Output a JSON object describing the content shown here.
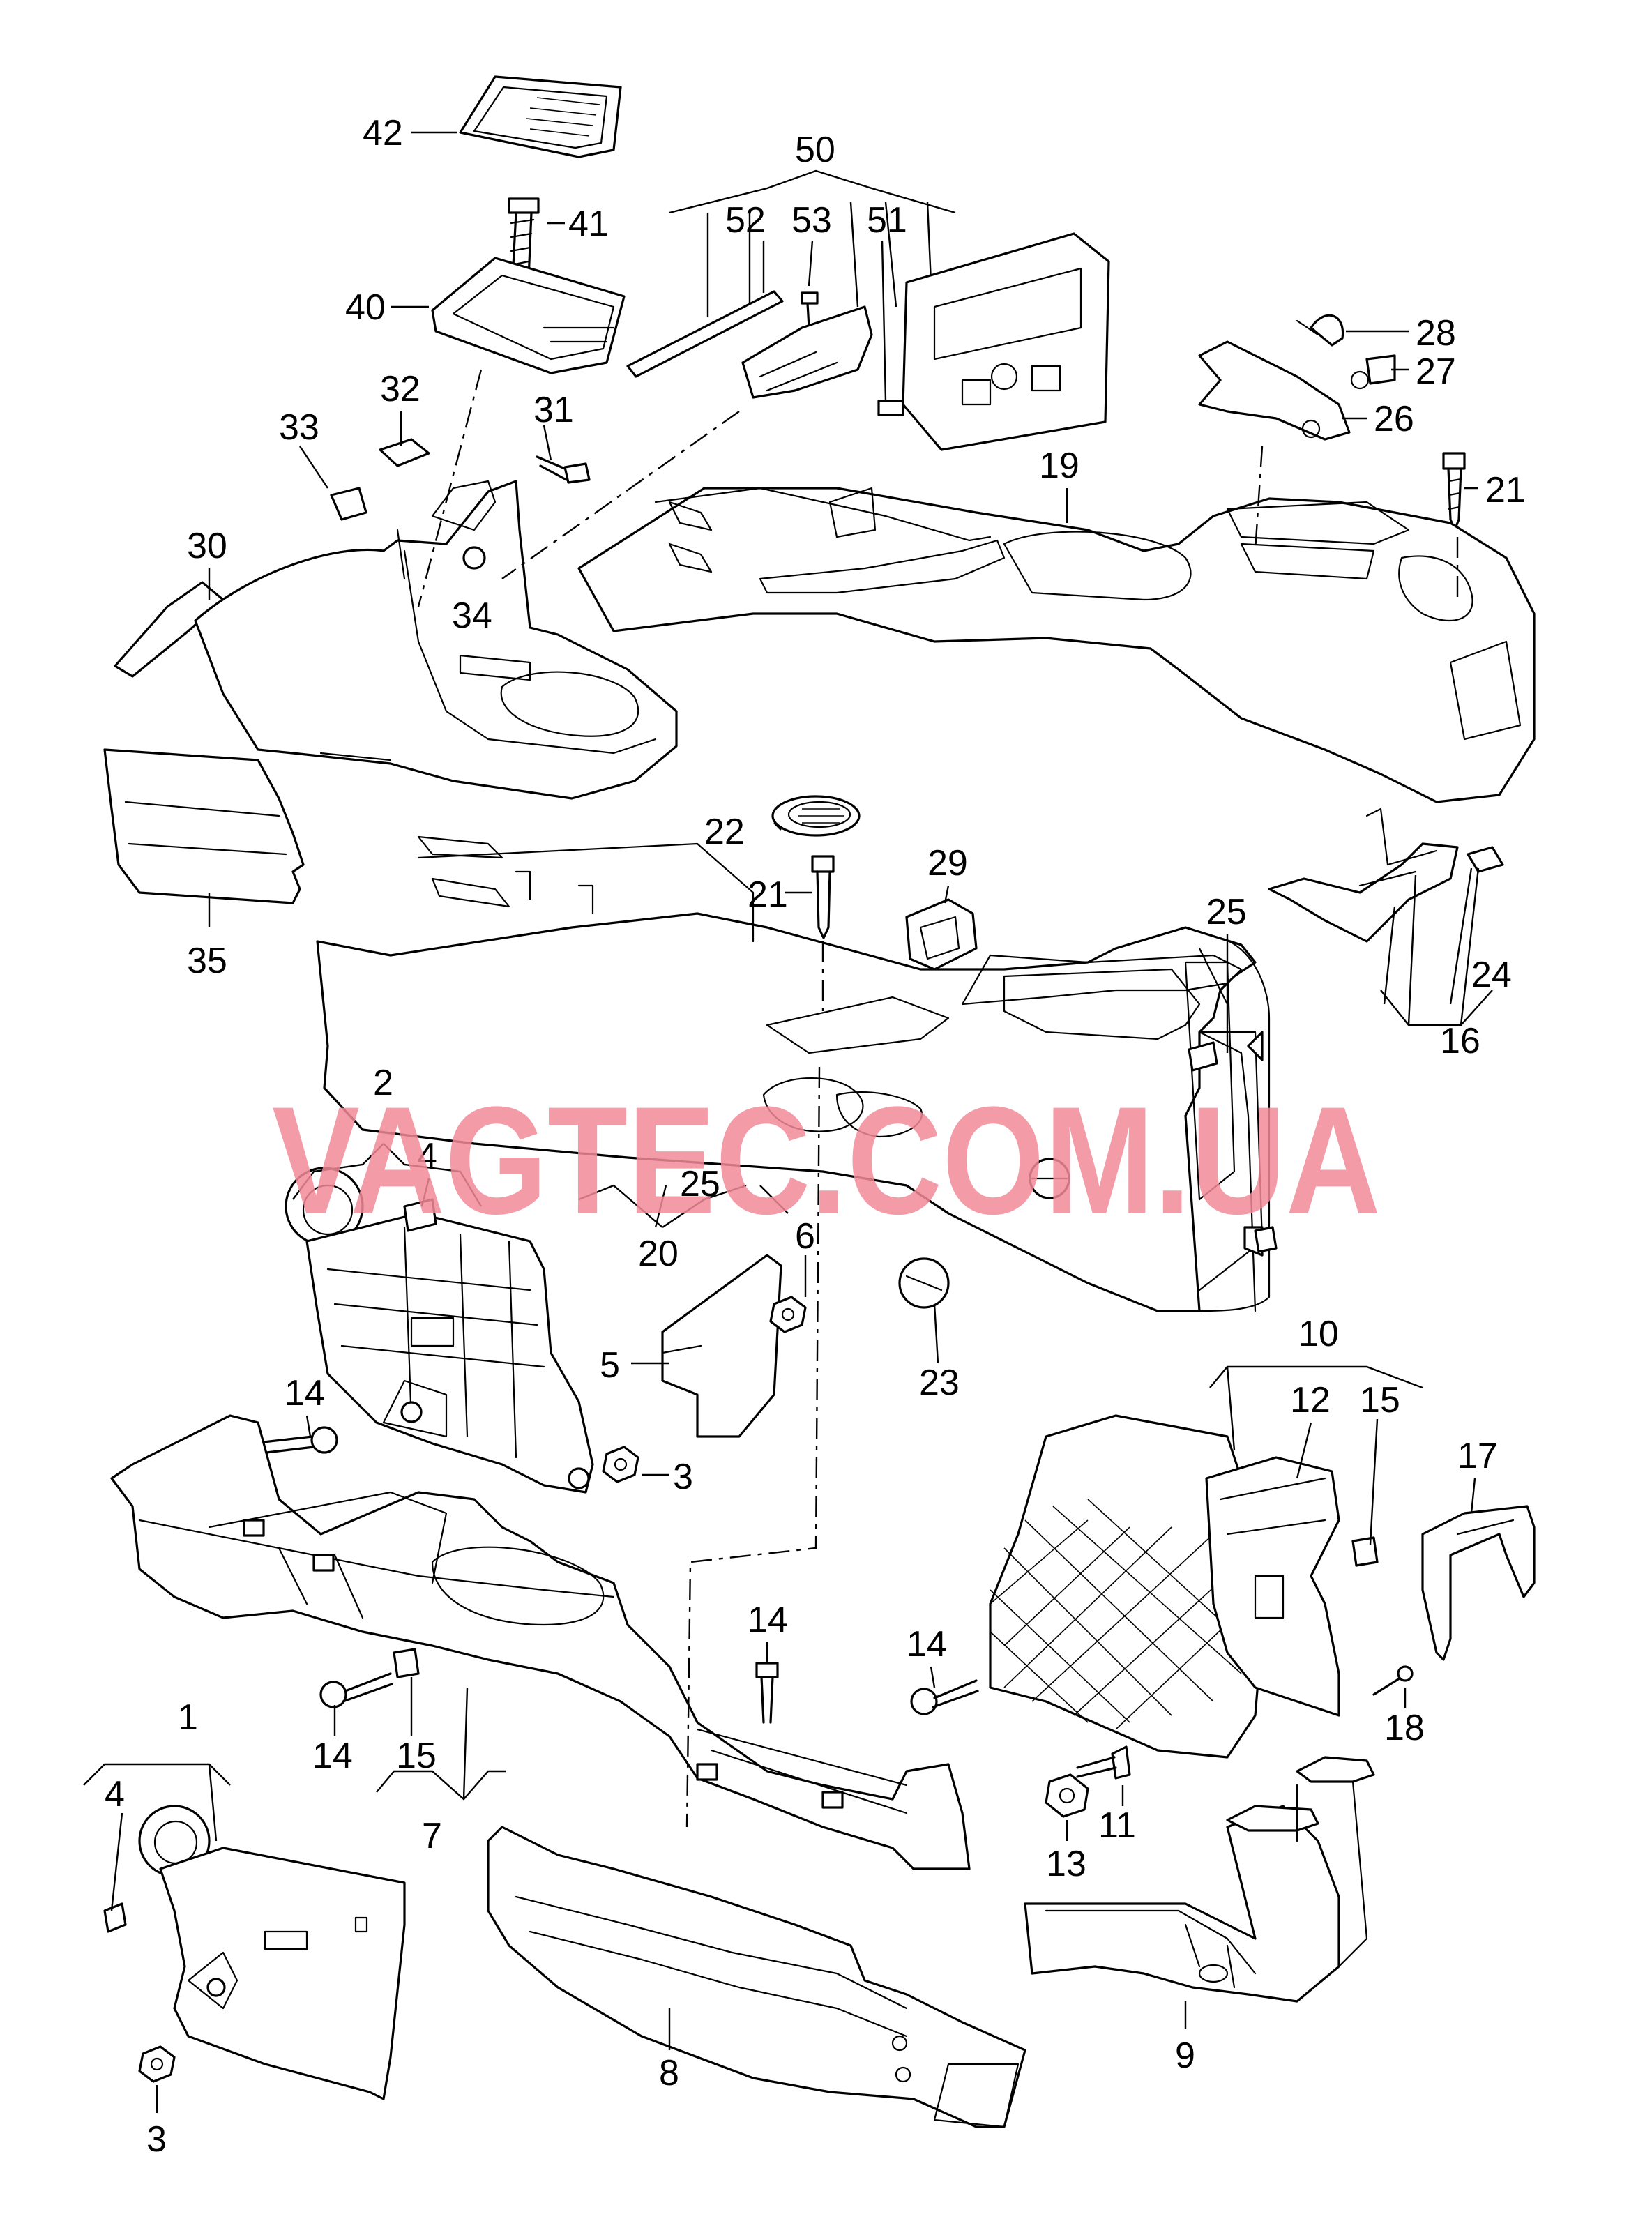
{
  "watermark": "VAGTEC.COM.UA",
  "part_numbers": {
    "p1": "1",
    "p2": "2",
    "p3a": "3",
    "p3b": "3",
    "p4a": "4",
    "p4b": "4",
    "p5": "5",
    "p6": "6",
    "p7": "7",
    "p8": "8",
    "p9": "9",
    "p10": "10",
    "p11": "11",
    "p12": "12",
    "p13": "13",
    "p14a": "14",
    "p14b": "14",
    "p14c": "14",
    "p14d": "14",
    "p15a": "15",
    "p15b": "15",
    "p16": "16",
    "p17": "17",
    "p18": "18",
    "p19": "19",
    "p20": "20",
    "p21a": "21",
    "p21b": "21",
    "p22": "22",
    "p23": "23",
    "p24": "24",
    "p25a": "25",
    "p25b": "25",
    "p26": "26",
    "p27": "27",
    "p28": "28",
    "p29": "29",
    "p30": "30",
    "p31": "31",
    "p32": "32",
    "p33": "33",
    "p34": "34",
    "p35": "35",
    "p40": "40",
    "p41": "41",
    "p42": "42",
    "p50": "50",
    "p51": "51",
    "p52": "52",
    "p53": "53"
  }
}
